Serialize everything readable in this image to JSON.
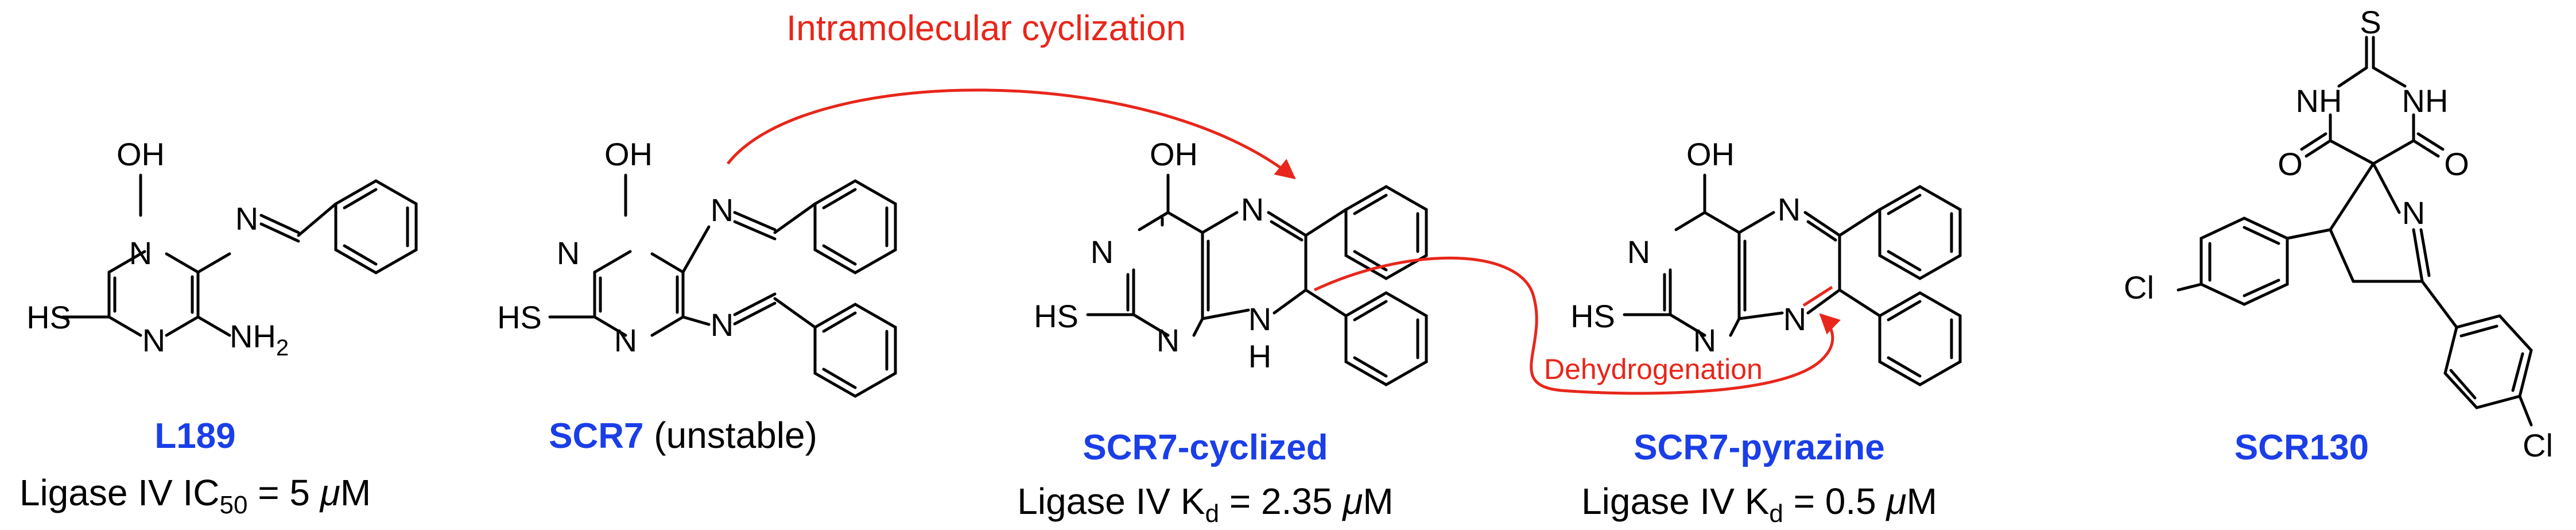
{
  "colors": {
    "name": "#1a3ee8",
    "annotation": "#e8261b",
    "ink": "#000000"
  },
  "annotations": {
    "intramolecular": "Intramolecular cyclization",
    "dehydrogenation": "Dehydrogenation"
  },
  "atoms": {
    "oh": "OH",
    "n": "N",
    "nh": "NH",
    "h": "H",
    "hs": "HS",
    "nh2": "NH",
    "two": "2",
    "s": "S",
    "o": "O",
    "cl": "Cl"
  },
  "compounds": [
    {
      "name": "L189",
      "note": "",
      "prop_prefix": "Ligase IV IC",
      "prop_sub": "50",
      "prop_value": " = 5 ",
      "unit_mu": "μ",
      "unit_m": "M"
    },
    {
      "name": "SCR7",
      "note": " (unstable)"
    },
    {
      "name": "SCR7-cyclized",
      "prop_prefix": "Ligase IV K",
      "prop_sub": "d",
      "prop_value": " = 2.35 ",
      "unit_mu": "μ",
      "unit_m": "M"
    },
    {
      "name": "SCR7-pyrazine",
      "prop_prefix": "Ligase IV K",
      "prop_sub": "d",
      "prop_value": " = 0.5 ",
      "unit_mu": "μ",
      "unit_m": "M"
    },
    {
      "name": "SCR130"
    }
  ]
}
